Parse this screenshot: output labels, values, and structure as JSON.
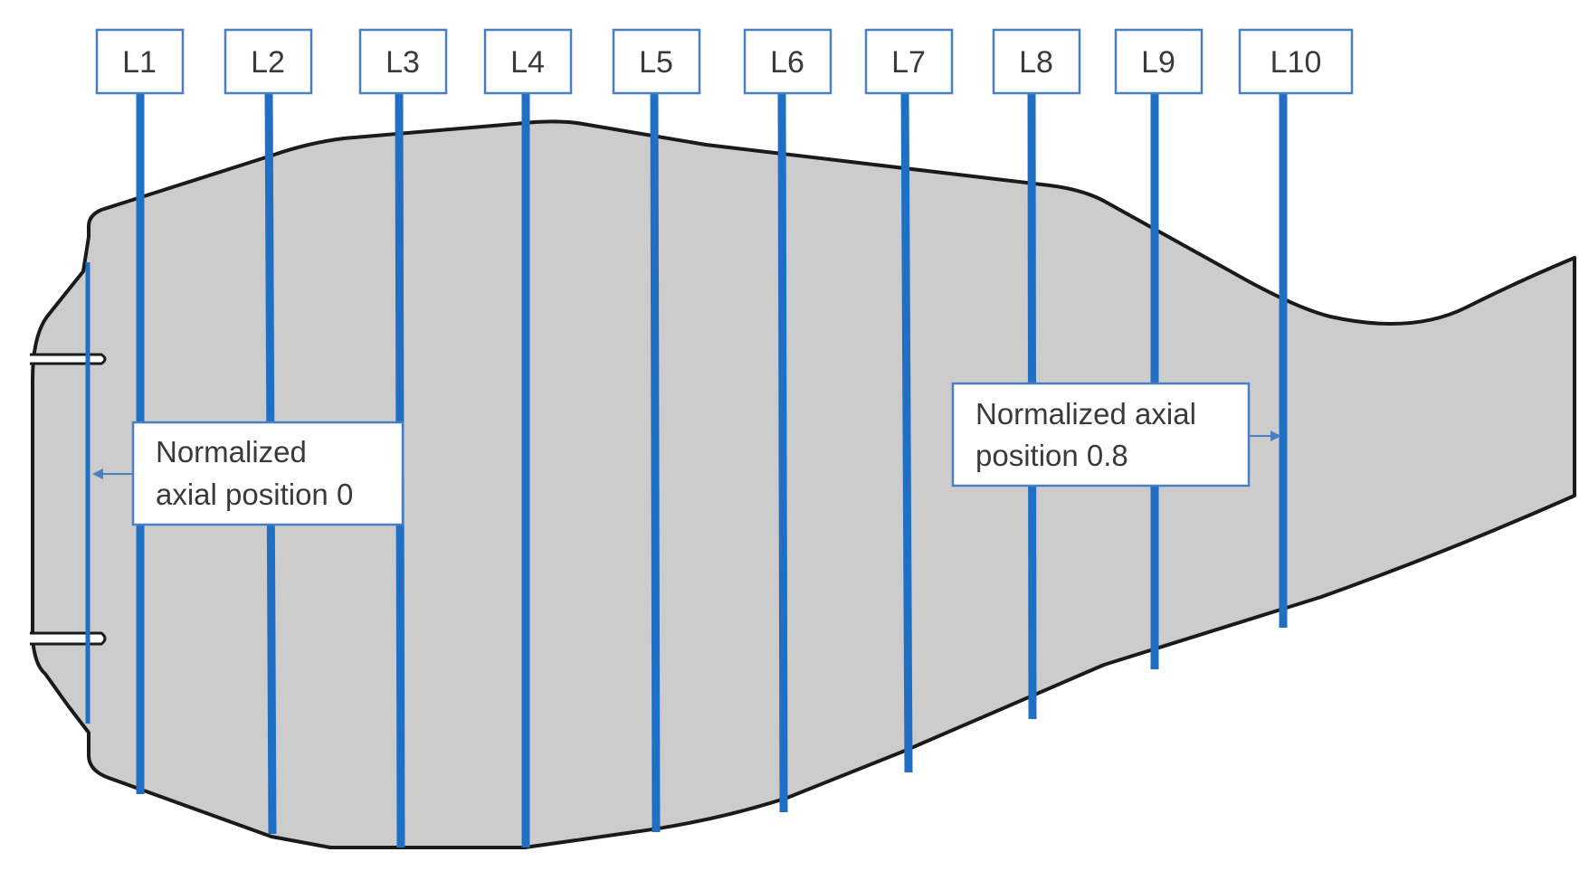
{
  "colors": {
    "body_fill": "#cccccc",
    "body_outline": "#1a1a1a",
    "line_color": "#1f6fc4",
    "box_border": "#4a7fc1",
    "box_fill": "#ffffff",
    "text": "#3a3a3a"
  },
  "lines": [
    {
      "label": "L1"
    },
    {
      "label": "L2"
    },
    {
      "label": "L3"
    },
    {
      "label": "L4"
    },
    {
      "label": "L5"
    },
    {
      "label": "L6"
    },
    {
      "label": "L7"
    },
    {
      "label": "L8"
    },
    {
      "label": "L9"
    },
    {
      "label": "L10"
    }
  ],
  "callouts": {
    "start": {
      "line1": "Normalized",
      "line2": "axial position 0"
    },
    "end": {
      "line1": "Normalized axial",
      "line2": "position 0.8"
    }
  }
}
